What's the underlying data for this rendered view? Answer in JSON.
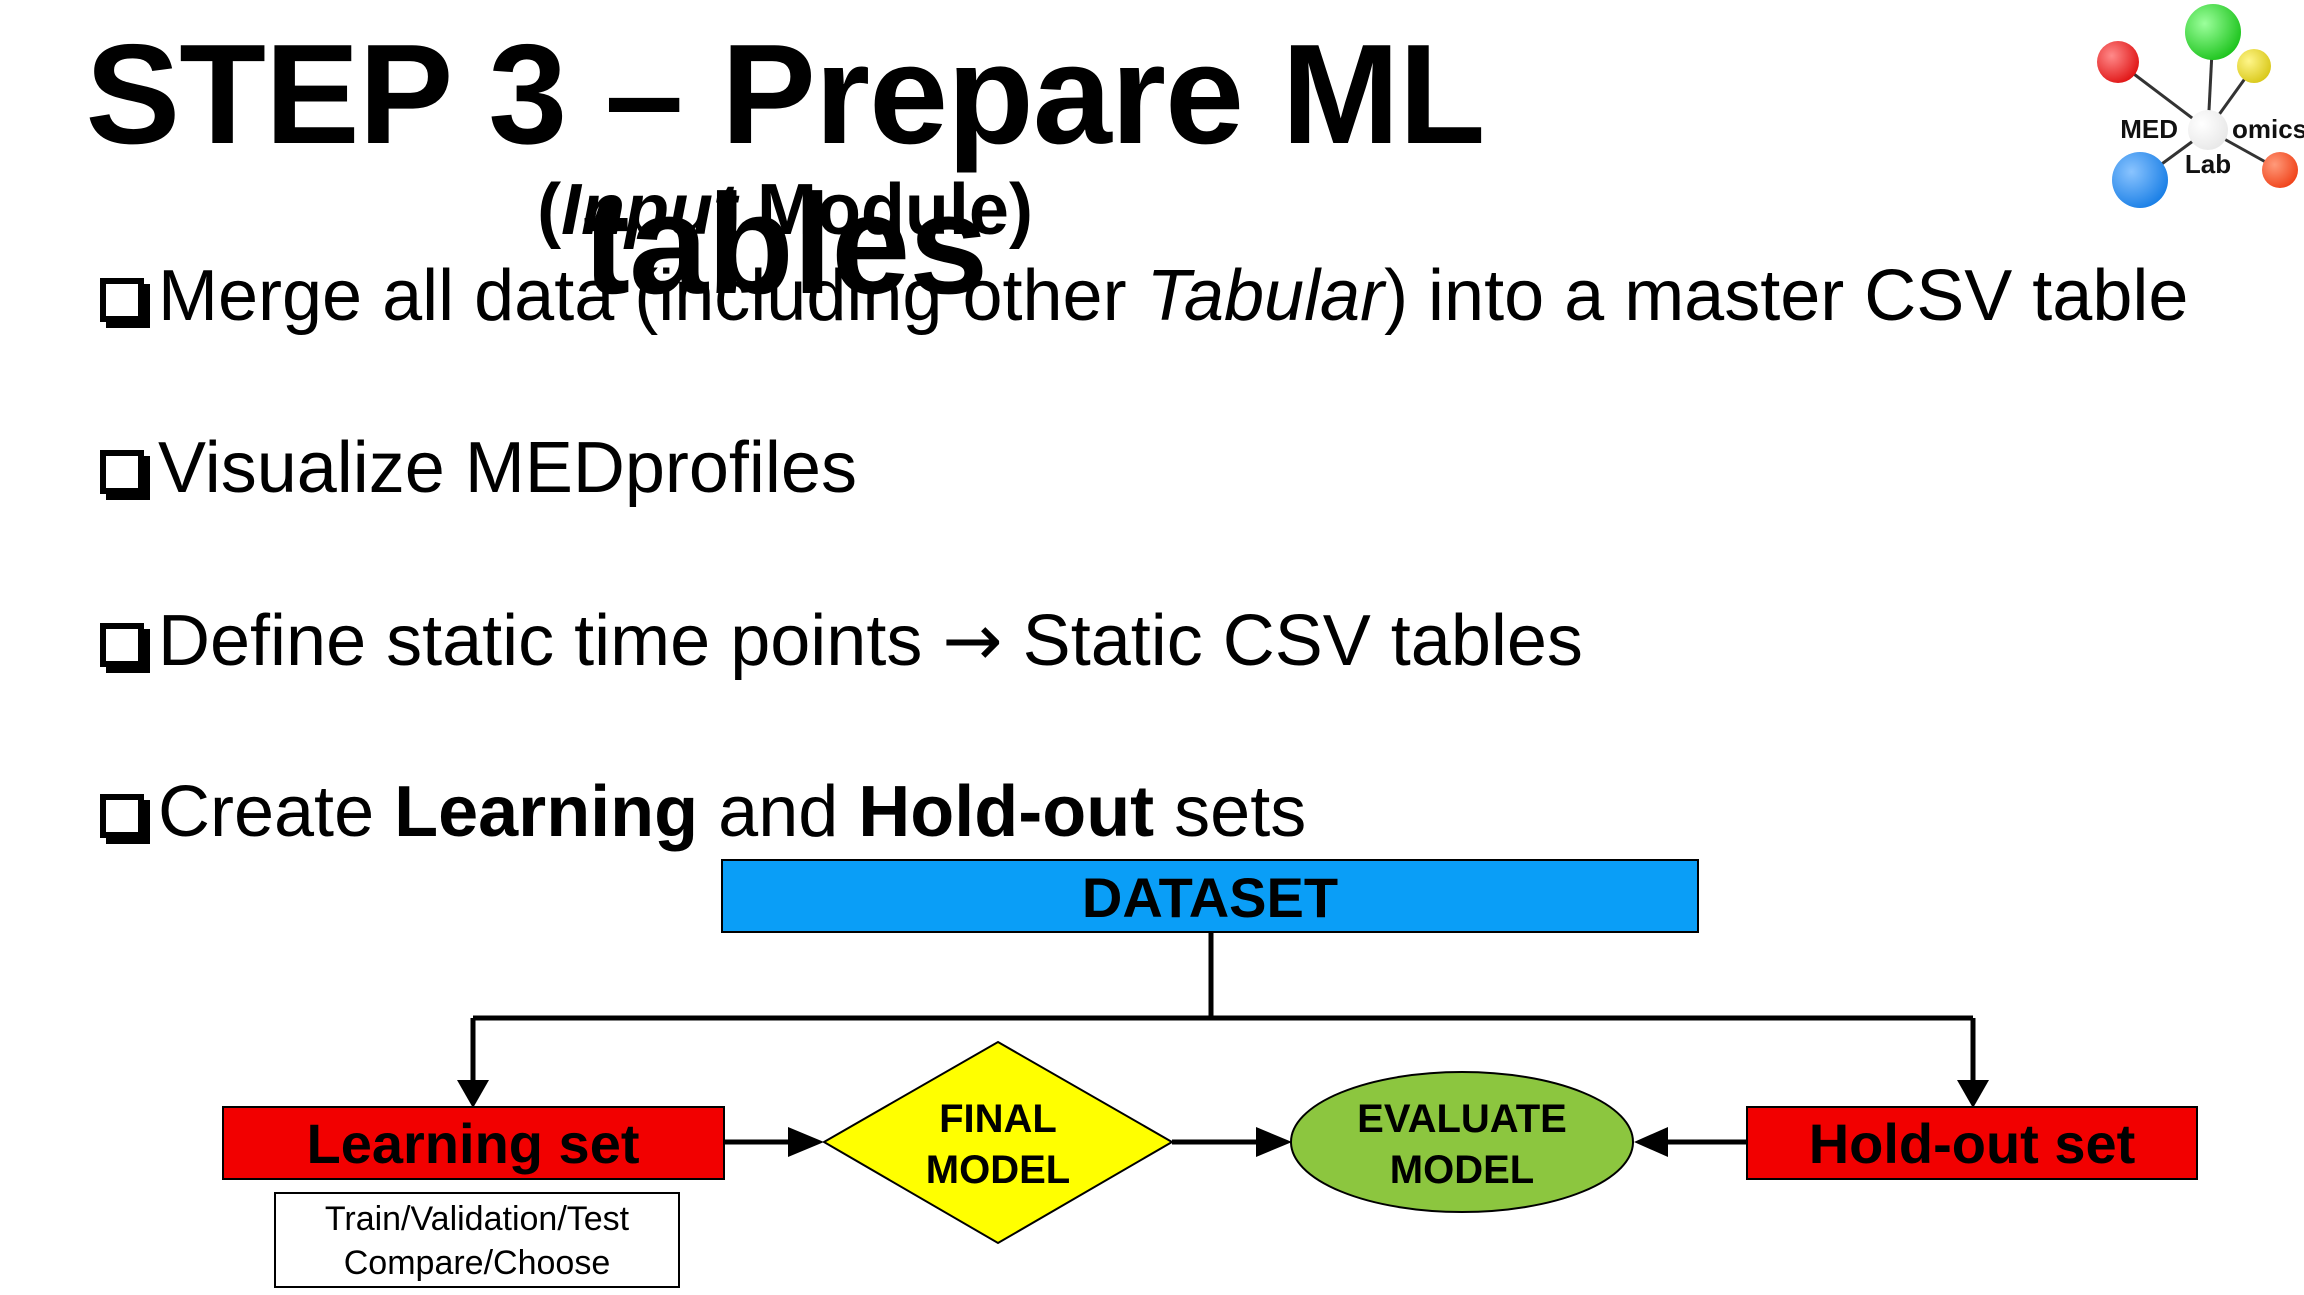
{
  "title": "STEP 3 – Prepare ML tables",
  "subtitle": {
    "open": "(",
    "italic": "Input",
    "rest": " Module)"
  },
  "bullets": [
    {
      "before": "Merge all data (including other ",
      "italic": "Tabular",
      "after": ") into a master CSV table"
    },
    {
      "text": "Visualize MEDprofiles"
    },
    {
      "before": "Define static time points ",
      "arrow": "→",
      "after": " Static CSV tables"
    },
    {
      "before": "Create ",
      "bold1": "Learning",
      "mid": " and ",
      "bold2": "Hold-out",
      "after": " sets"
    }
  ],
  "logo": {
    "left_text": "MED",
    "right_text": "omics",
    "bottom_text": "Lab",
    "colors": {
      "green": "#1ec41e",
      "red": "#e01515",
      "yellow": "#d9c81a",
      "blue": "#1a7fe6",
      "orange_red": "#f0431a",
      "center": "#e8e8e8"
    }
  },
  "diagram": {
    "dataset_label": "DATASET",
    "learning_label": "Learning set",
    "final_model_line1": "FINAL",
    "final_model_line2": "MODEL",
    "evaluate_line1": "EVALUATE",
    "evaluate_line2": "MODEL",
    "holdout_label": "Hold-out set",
    "note_line1": "Train/Validation/Test",
    "note_line2": "Compare/Choose",
    "colors": {
      "dataset": "#0a9ef7",
      "sets": "#f20000",
      "final_model": "#ffff00",
      "evaluate": "#8cc63f"
    }
  }
}
